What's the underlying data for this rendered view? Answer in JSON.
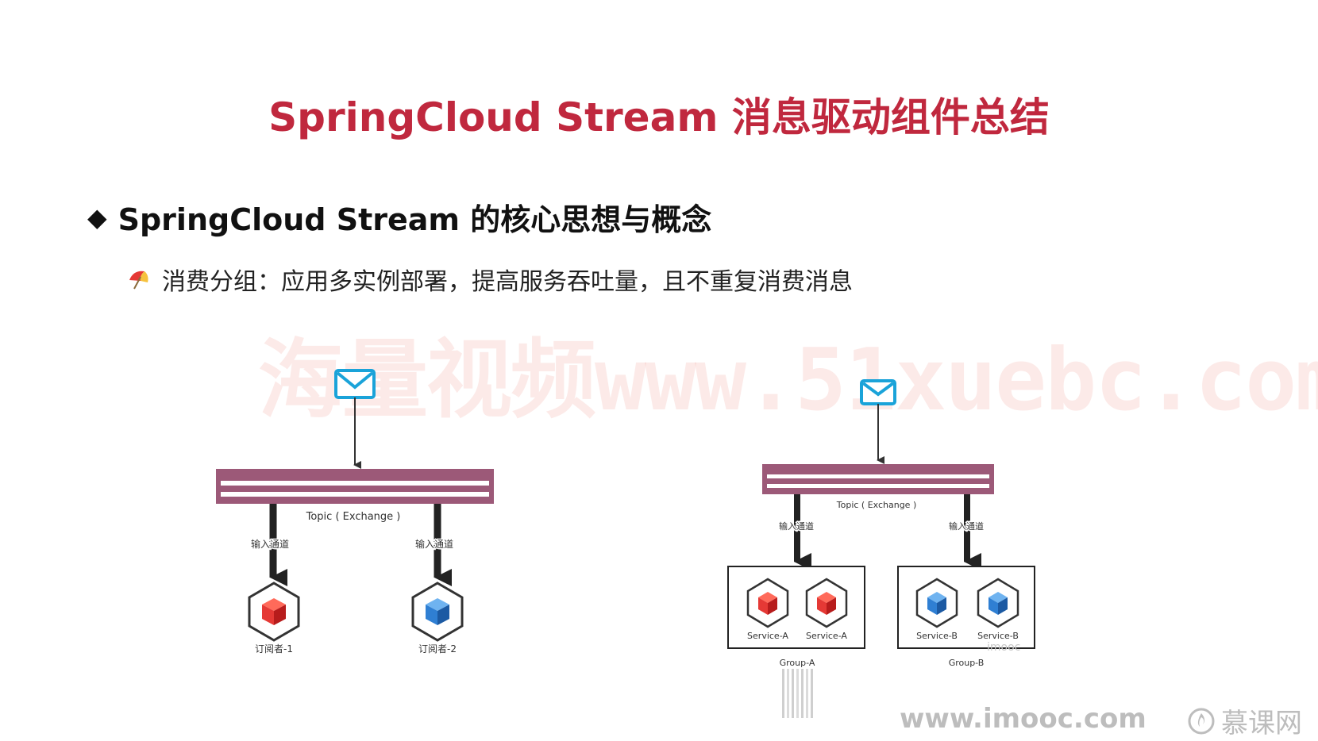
{
  "title": "SpringCloud Stream 消息驱动组件总结",
  "heading": {
    "bullet_symbol": "◆",
    "text": "SpringCloud Stream 的核心思想与概念"
  },
  "point": {
    "icon": "umbrella-icon",
    "text": "消费分组：应用多实例部署，提高服务吞吐量，且不重复消费消息"
  },
  "watermark": "海量视频www.51xuebc.com",
  "diagram_left": {
    "topic_label": "Topic ( Exchange )",
    "channel_labels": [
      "输入通道",
      "输入通道"
    ],
    "subscribers": [
      {
        "label": "订阅者-1",
        "color": "#e53935"
      },
      {
        "label": "订阅者-2",
        "color": "#2f7fd3"
      }
    ]
  },
  "diagram_right": {
    "topic_label": "Topic ( Exchange )",
    "channel_labels": [
      "输入通道",
      "输入通道"
    ],
    "groups": [
      {
        "label": "Group-A",
        "color": "#e53935",
        "services": [
          "Service-A",
          "Service-A"
        ]
      },
      {
        "label": "Group-B",
        "color": "#2f7fd3",
        "services": [
          "Service-B",
          "Service-B"
        ]
      }
    ]
  },
  "footer": {
    "url": "www.imooc.com",
    "brand": "慕课网",
    "small_mark": "imooc"
  },
  "colors": {
    "title": "#c0283e",
    "topic_bar": "#9c5978",
    "mail_icon": "#1aa3d9"
  }
}
